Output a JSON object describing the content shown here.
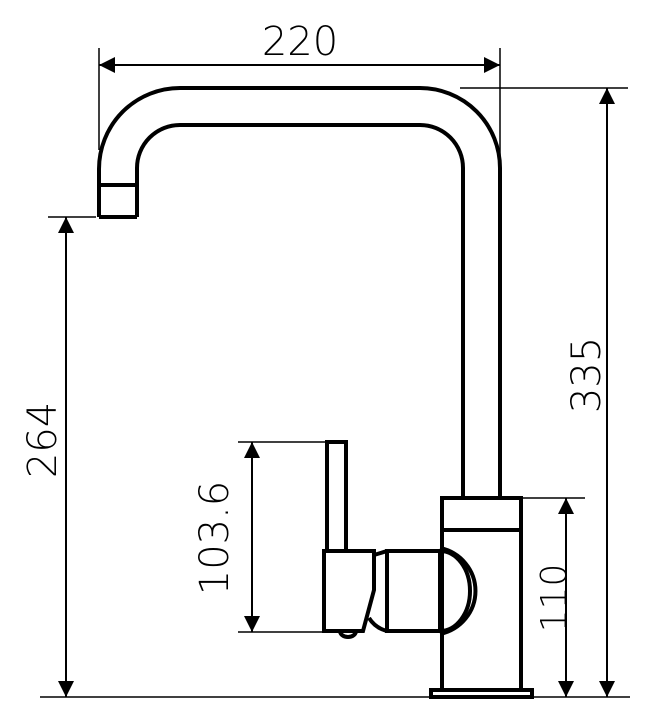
{
  "dimensions": {
    "width": "220",
    "total_height": "335",
    "spout_height": "264",
    "handle_height": "103.6",
    "body_height": "110"
  },
  "colors": {
    "line": "#000000",
    "background": "#ffffff"
  }
}
